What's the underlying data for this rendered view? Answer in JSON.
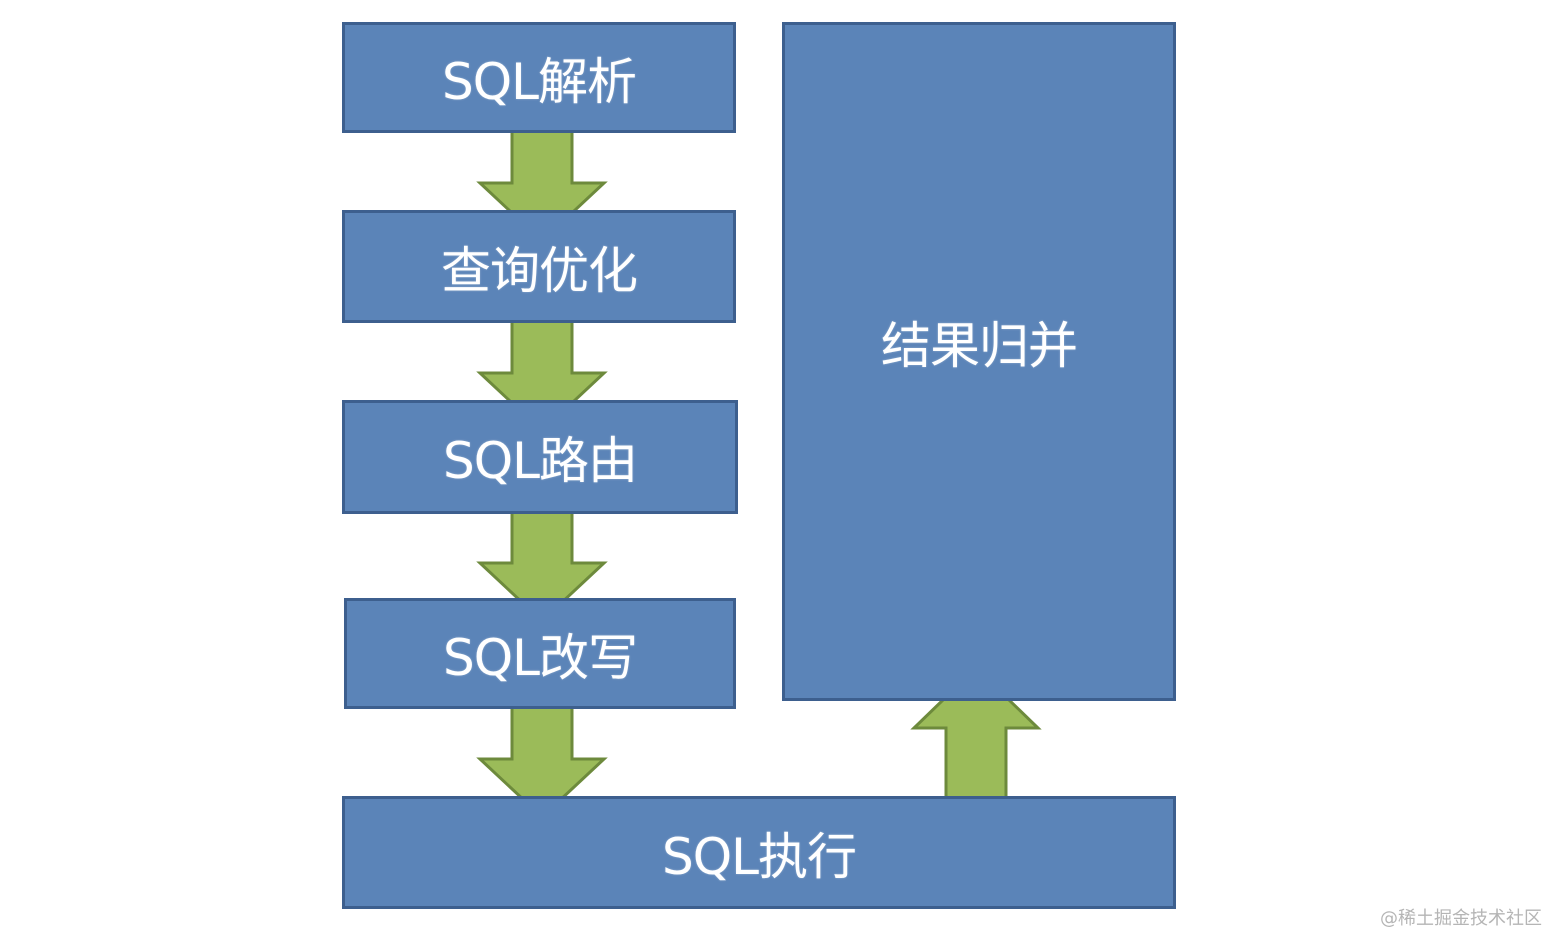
{
  "steps": {
    "parse": "SQL解析",
    "optimize": "查询优化",
    "route": "SQL路由",
    "rewrite": "SQL改写",
    "execute": "SQL执行",
    "merge": "结果归并"
  },
  "watermark": "@稀土掘金技术社区",
  "colors": {
    "box_fill": "#5b84b8",
    "box_border": "#3d5f8e",
    "arrow_fill": "#9bbb59",
    "arrow_border": "#6d8a3c",
    "text": "#ffffff"
  }
}
